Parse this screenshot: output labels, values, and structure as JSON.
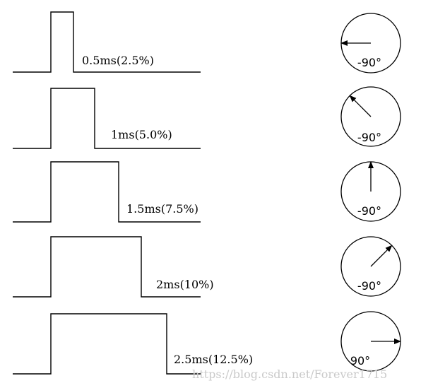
{
  "rows": [
    {
      "pulse_label": "0.5ms(2.5%)",
      "angle_label": "-90°",
      "needle_deg": 180
    },
    {
      "pulse_label": "1ms(5.0%)",
      "angle_label": "-90°",
      "needle_deg": 135
    },
    {
      "pulse_label": "1.5ms(7.5%)",
      "angle_label": "-90°",
      "needle_deg": 90
    },
    {
      "pulse_label": "2ms(10%)",
      "angle_label": "-90°",
      "needle_deg": 45
    },
    {
      "pulse_label": "2.5ms(12.5%)",
      "angle_label": "90°",
      "needle_deg": 0
    }
  ],
  "watermark": "https://blog.csdn.net/Forever1715"
}
